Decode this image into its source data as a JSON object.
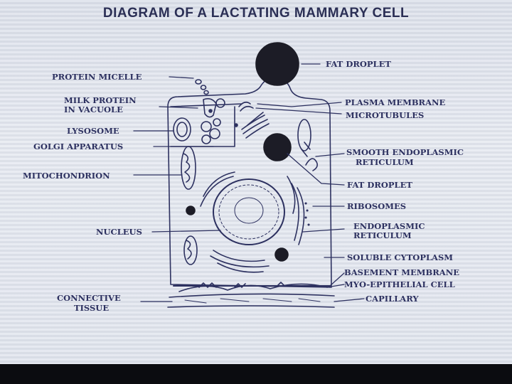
{
  "title": "DIAGRAM OF A LACTATING MAMMARY CELL",
  "labels": {
    "protein_micelle": "PROTEIN MICELLE",
    "milk_protein_line1": "MILK PROTEIN",
    "milk_protein_line2": "IN VACUOLE",
    "lysosome": "LYSOSOME",
    "golgi": "GOLGI APPARATUS",
    "mitochondrion": "MITOCHONDRION",
    "nucleus": "NUCLEUS",
    "connective_line1": "CONNECTIVE",
    "connective_line2": "TISSUE",
    "fat_droplet_top": "FAT DROPLET",
    "plasma_membrane": "PLASMA MEMBRANE",
    "microtubules": "MICROTUBULES",
    "smooth_er_line1": "SMOOTH ENDOPLASMIC",
    "smooth_er_line2": "RETICULUM",
    "fat_droplet_mid": "FAT DROPLET",
    "ribosomes": "RIBOSOMES",
    "er_line1": "ENDOPLASMIC",
    "er_line2": "RETICULUM",
    "soluble_cytoplasm": "SOLUBLE CYTOPLASM",
    "basement_membrane": "BASEMENT MEMBRANE",
    "myo_epithelial": "MYO-EPITHELIAL CELL",
    "capillary": "CAPILLARY"
  },
  "colors": {
    "ink": "#2d3160",
    "background": "#e3e7ef",
    "droplet": "#1c1c26"
  }
}
